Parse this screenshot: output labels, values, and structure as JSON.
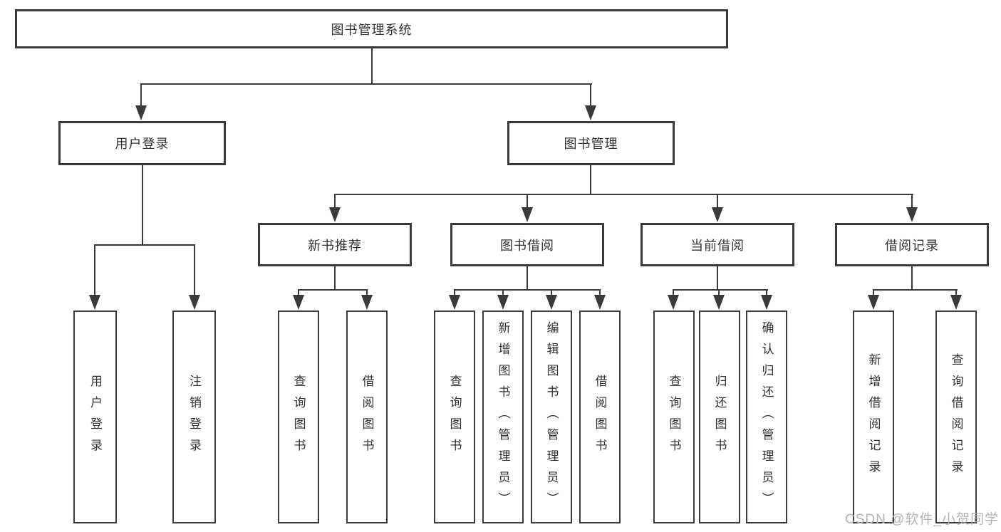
{
  "tree": {
    "root": "图书管理系统",
    "level2": {
      "user_login": "用户登录",
      "book_manage": "图书管理"
    },
    "level3": {
      "new_book": "新书推荐",
      "book_borrow": "图书借阅",
      "current_borrow": "当前借阅",
      "borrow_records": "借阅记录"
    },
    "leaves": {
      "login": "用户登录",
      "logout": "注销登录",
      "nb_query": "查询图书",
      "nb_borrow": "借阅图书",
      "bb_query": "查询图书",
      "bb_add": "新增图书（管理员）",
      "bb_edit": "编辑图书（管理员）",
      "bb_borrow": "借阅图书",
      "cb_query": "查询图书",
      "cb_return": "归还图书",
      "cb_confirm": "确认归还（管理员）",
      "br_add": "新增借阅记录",
      "br_query": "查询借阅记录"
    }
  },
  "watermark": "CSDN @软件_小贺同学",
  "colors": {
    "line": "#3a3a3a",
    "text": "#333333",
    "watermark": "#b3b3b3",
    "background": "#ffffff"
  }
}
